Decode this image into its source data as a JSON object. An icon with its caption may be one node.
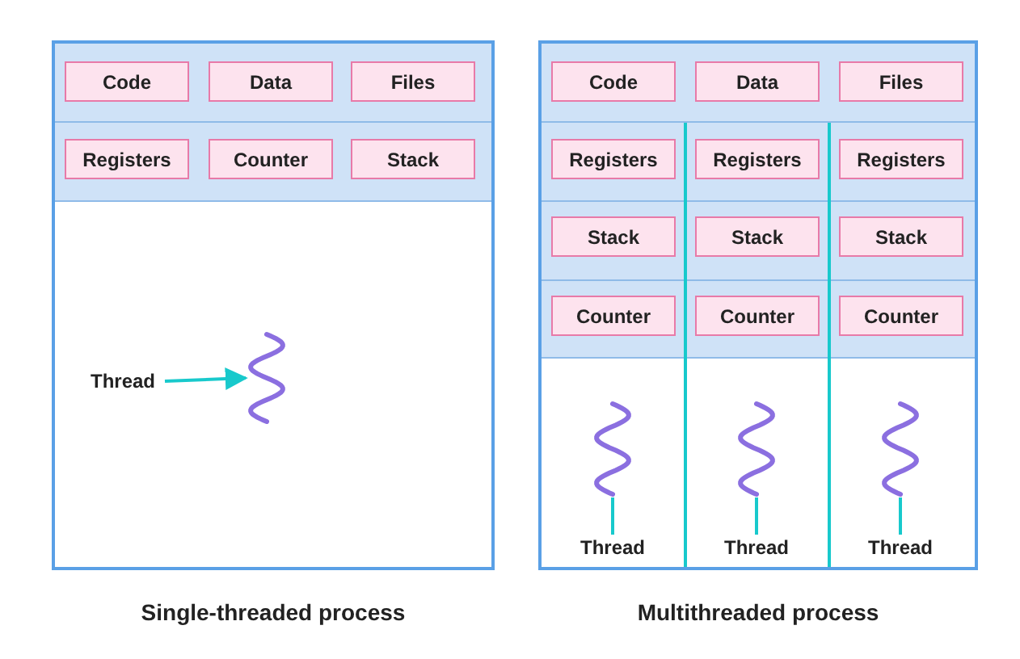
{
  "diagram": {
    "nodes": [
      {
        "text": [
          "Single-threaded process"
        ]
      },
      {
        "text": [
          "Code"
        ],
        "in": 0
      },
      {
        "text": [
          "Data"
        ],
        "in": 0
      },
      {
        "text": [
          "Files"
        ],
        "in": 0
      },
      {
        "text": [
          "Registers"
        ],
        "in": 0
      },
      {
        "text": [
          "Counter"
        ],
        "in": 0
      },
      {
        "text": [
          "Stack"
        ],
        "in": 0
      },
      {
        "text": [
          "Thread"
        ],
        "in": 0
      },
      {
        "text": [],
        "shape": "squiggle",
        "in": 0
      },
      {
        "text": [
          "Multithreaded process"
        ]
      },
      {
        "text": [
          "Code"
        ],
        "in": 9
      },
      {
        "text": [
          "Data"
        ],
        "in": 9
      },
      {
        "text": [
          "Files"
        ],
        "in": 9
      },
      {
        "text": [
          "Registers"
        ],
        "in": 9
      },
      {
        "text": [
          "Registers"
        ],
        "in": 9
      },
      {
        "text": [
          "Registers"
        ],
        "in": 9
      },
      {
        "text": [
          "Stack"
        ],
        "in": 9
      },
      {
        "text": [
          "Stack"
        ],
        "in": 9
      },
      {
        "text": [
          "Stack"
        ],
        "in": 9
      },
      {
        "text": [
          "Counter"
        ],
        "in": 9
      },
      {
        "text": [
          "Counter"
        ],
        "in": 9
      },
      {
        "text": [
          "Counter"
        ],
        "in": 9
      },
      {
        "text": [],
        "shape": "squiggle",
        "in": 9
      },
      {
        "text": [],
        "shape": "squiggle",
        "in": 9
      },
      {
        "text": [],
        "shape": "squiggle",
        "in": 9
      },
      {
        "text": [
          "Thread"
        ],
        "in": 9
      },
      {
        "text": [
          "Thread"
        ],
        "in": 9
      },
      {
        "text": [
          "Thread"
        ],
        "in": 9
      }
    ],
    "edges": [
      {
        "from": 7,
        "to": 8,
        "arrow": "to"
      },
      {
        "from": 22,
        "to": 25,
        "arrow": "none"
      },
      {
        "from": 23,
        "to": 26,
        "arrow": "none"
      },
      {
        "from": 24,
        "to": 27,
        "arrow": "none"
      }
    ]
  }
}
